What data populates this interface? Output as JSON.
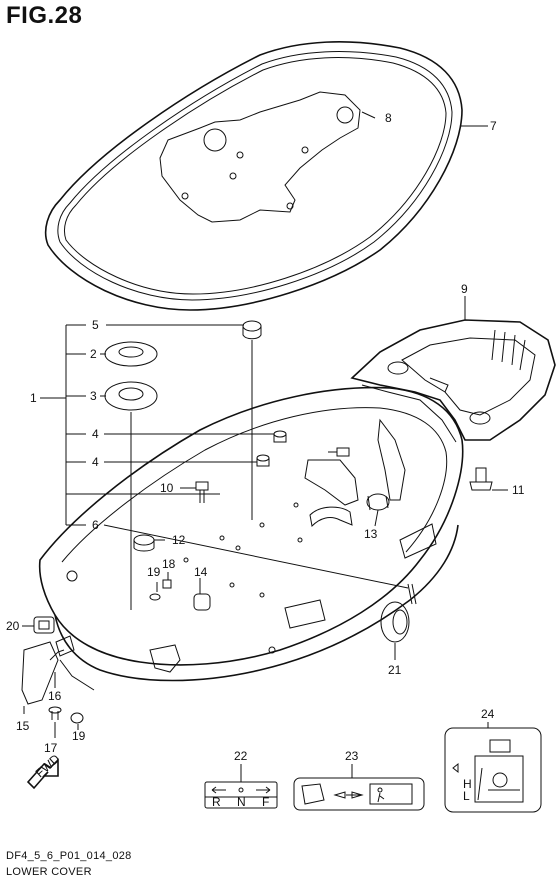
{
  "figure": {
    "title": "FIG.28",
    "drawing_code": "DF4_5_6_P01_014_028",
    "drawing_name": "LOWER COVER"
  },
  "callouts": [
    {
      "id": "c1",
      "label": "1"
    },
    {
      "id": "c2",
      "label": "2"
    },
    {
      "id": "c3",
      "label": "3"
    },
    {
      "id": "c4a",
      "label": "4"
    },
    {
      "id": "c4b",
      "label": "4"
    },
    {
      "id": "c5",
      "label": "5"
    },
    {
      "id": "c6",
      "label": "6"
    },
    {
      "id": "c7",
      "label": "7"
    },
    {
      "id": "c8",
      "label": "8"
    },
    {
      "id": "c9",
      "label": "9"
    },
    {
      "id": "c10",
      "label": "10"
    },
    {
      "id": "c11",
      "label": "11"
    },
    {
      "id": "c12",
      "label": "12"
    },
    {
      "id": "c13",
      "label": "13"
    },
    {
      "id": "c14",
      "label": "14"
    },
    {
      "id": "c15",
      "label": "15"
    },
    {
      "id": "c16",
      "label": "16"
    },
    {
      "id": "c17",
      "label": "17"
    },
    {
      "id": "c18",
      "label": "18"
    },
    {
      "id": "c19a",
      "label": "19"
    },
    {
      "id": "c19b",
      "label": "19"
    },
    {
      "id": "c20",
      "label": "20"
    },
    {
      "id": "c21",
      "label": "21"
    },
    {
      "id": "c22",
      "label": "22"
    },
    {
      "id": "c23",
      "label": "23"
    },
    {
      "id": "c24",
      "label": "24"
    }
  ]
}
